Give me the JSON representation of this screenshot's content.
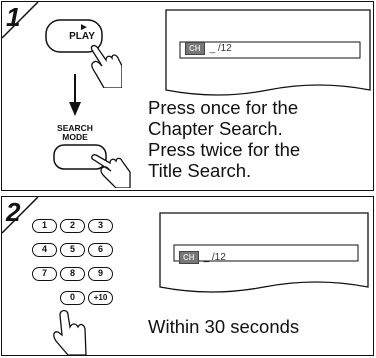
{
  "step1": {
    "number": "1",
    "play_label": "PLAY",
    "play_symbol": "►",
    "search_mode_label_line1": "SEARCH",
    "search_mode_label_line2": "MODE",
    "osd_badge": "CH",
    "osd_value": "_ /12",
    "instruction_lines": [
      "Press once for the",
      "Chapter Search.",
      "Press twice for the",
      "Title Search."
    ]
  },
  "step2": {
    "number": "2",
    "keypad_keys": [
      "1",
      "2",
      "3",
      "4",
      "5",
      "6",
      "7",
      "8",
      "9",
      "0",
      "+10"
    ],
    "osd_badge": "CH",
    "osd_value": "_ /12",
    "instruction": "Within 30 seconds"
  }
}
